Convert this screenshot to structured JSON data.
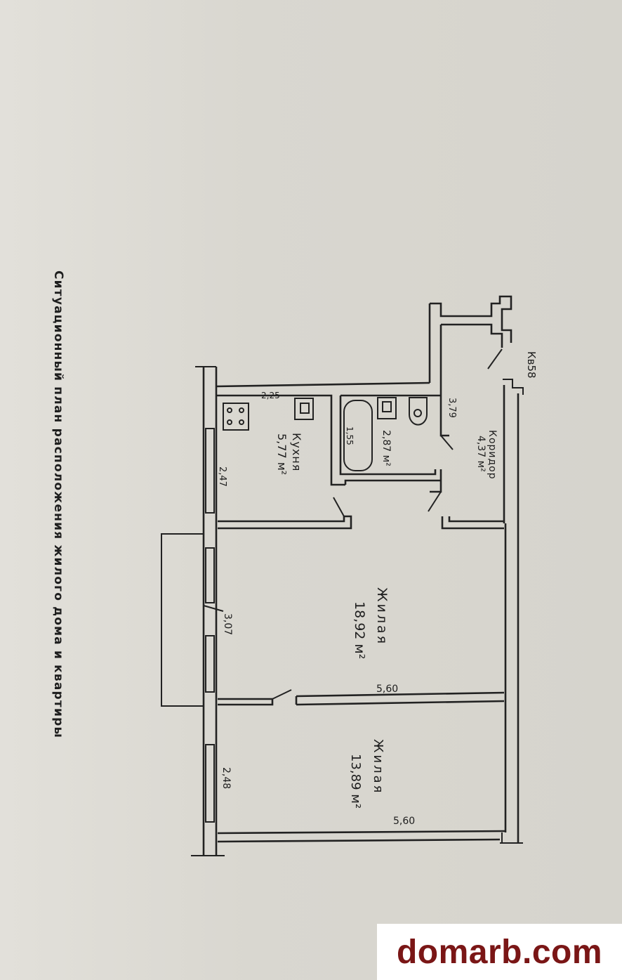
{
  "document": {
    "caption": "Ситуационный план расположения жилого дома и квартиры"
  },
  "plan": {
    "apartment_label": "Кв58",
    "rooms": [
      {
        "name": "Коридор",
        "area": "4,37 м²"
      },
      {
        "name": "",
        "area": "2,87 м²"
      },
      {
        "name": "Кухня",
        "area": "5,77 м²"
      },
      {
        "name": "Жилая",
        "area": "18,92 м²"
      },
      {
        "name": "Жилая",
        "area": "13,89 м²"
      }
    ],
    "dimensions": {
      "corridor_length": "3,79",
      "bath_length": "1,55",
      "kitchen_depth": "2,25",
      "kitchen_width": "2,47",
      "room1_width": "3,07",
      "room1_length": "5,60",
      "room2_width": "2,48",
      "room2_length": "5,60"
    }
  },
  "watermark": {
    "text": "domarb.com",
    "color": "#7a1616"
  }
}
